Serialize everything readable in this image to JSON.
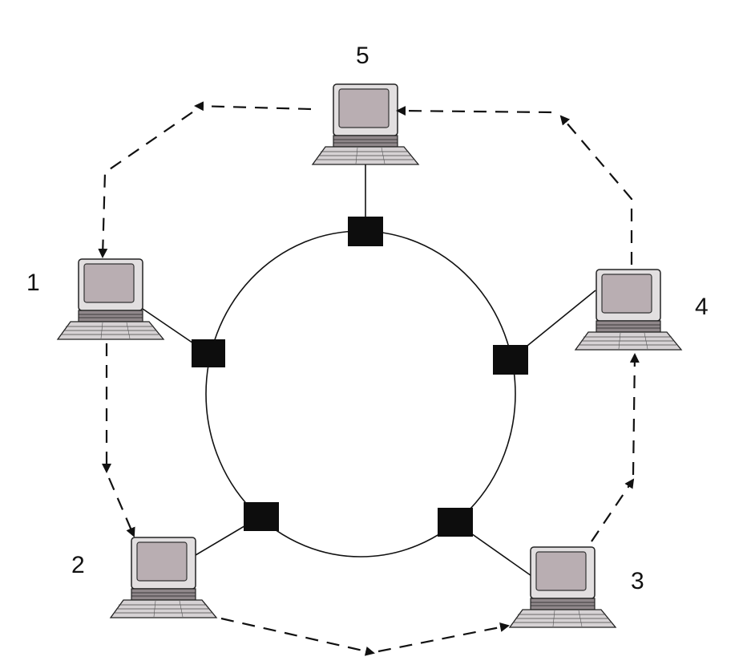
{
  "diagram": {
    "topology": "ring",
    "nodes": [
      {
        "id": "n1",
        "label": "1",
        "icon": "desktop-computer-icon"
      },
      {
        "id": "n2",
        "label": "2",
        "icon": "desktop-computer-icon"
      },
      {
        "id": "n3",
        "label": "3",
        "icon": "desktop-computer-icon"
      },
      {
        "id": "n4",
        "label": "4",
        "icon": "desktop-computer-icon"
      },
      {
        "id": "n5",
        "label": "5",
        "icon": "desktop-computer-icon"
      }
    ],
    "flow_order": [
      "n1",
      "n2",
      "n3",
      "n4",
      "n5",
      "n1"
    ],
    "flow_style": "dashed-arrow",
    "colors": {
      "line": "#111111",
      "connector": "#0d0d0d",
      "screen": "#b9aeb2",
      "monitor": "#e2dfe0",
      "keyboard": "#d6d2d4"
    }
  }
}
